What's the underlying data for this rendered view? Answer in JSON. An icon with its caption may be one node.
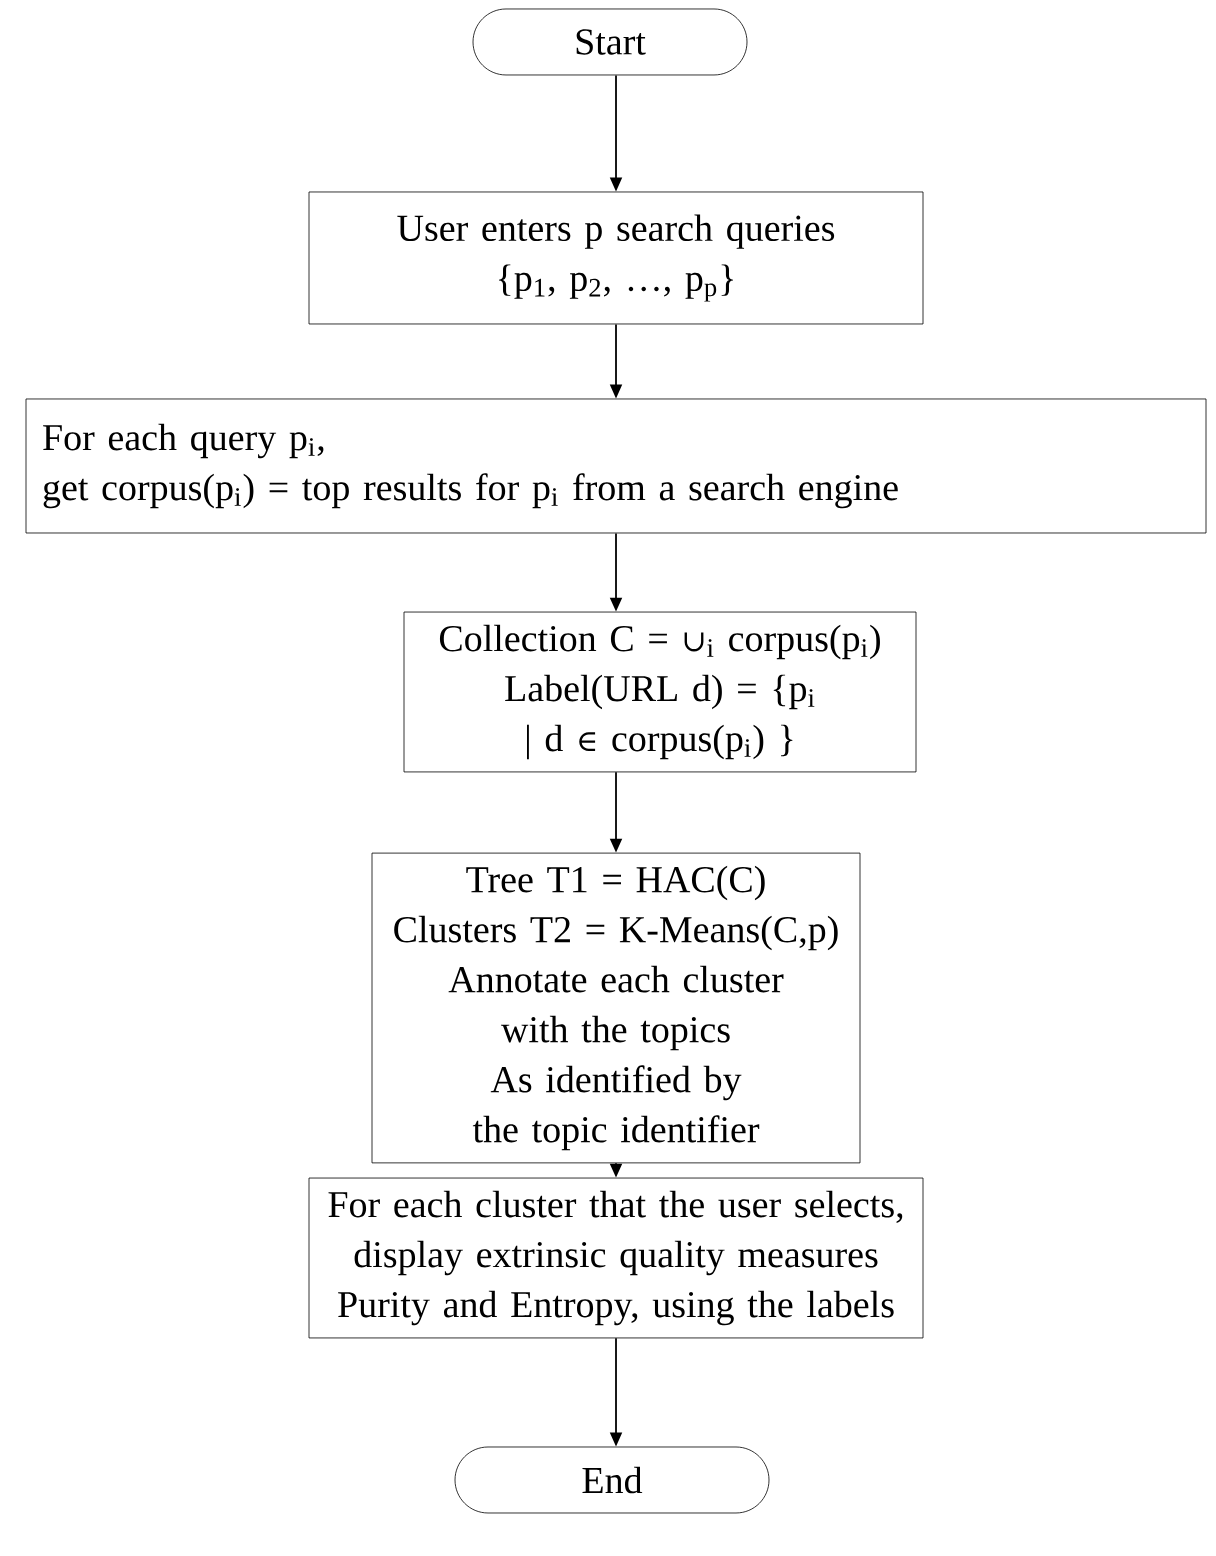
{
  "diagram": {
    "nodes": [
      {
        "text": [
          "Start"
        ]
      },
      {
        "text": [
          "User enters p search queries",
          "{p$_{1}$, p$_{2}$, …, p$_{p}$}"
        ]
      },
      {
        "text": [
          "For each query p$_{i}$,",
          "get corpus(p$_{i}$) = top results for p$_{i}$ from a search engine"
        ]
      },
      {
        "text": [
          "Collection C = ∪$_{i}$ corpus(p$_{i}$)",
          "Label(URL d) = {p$_{i}$ | d ∈ corpus(p$_{i}$) }"
        ]
      },
      {
        "text": [
          "Tree T1 = HAC(C)",
          "Clusters T2 = K-Means(C,p)",
          "Annotate each cluster with the topics",
          "As identified by the topic identifier"
        ]
      },
      {
        "text": [
          "For each cluster that the user selects,",
          "display extrinsic quality measures",
          "Purity and Entropy, using the labels"
        ]
      },
      {
        "text": [
          "End"
        ]
      }
    ],
    "edges": [
      {
        "from": 0,
        "to": 1,
        "arrow": "to"
      },
      {
        "from": 1,
        "to": 2,
        "arrow": "to"
      },
      {
        "from": 2,
        "to": 3,
        "arrow": "to"
      },
      {
        "from": 3,
        "to": 4,
        "arrow": "to"
      },
      {
        "from": 4,
        "to": 5,
        "arrow": "to"
      },
      {
        "from": 5,
        "to": 6,
        "arrow": "to"
      }
    ]
  }
}
